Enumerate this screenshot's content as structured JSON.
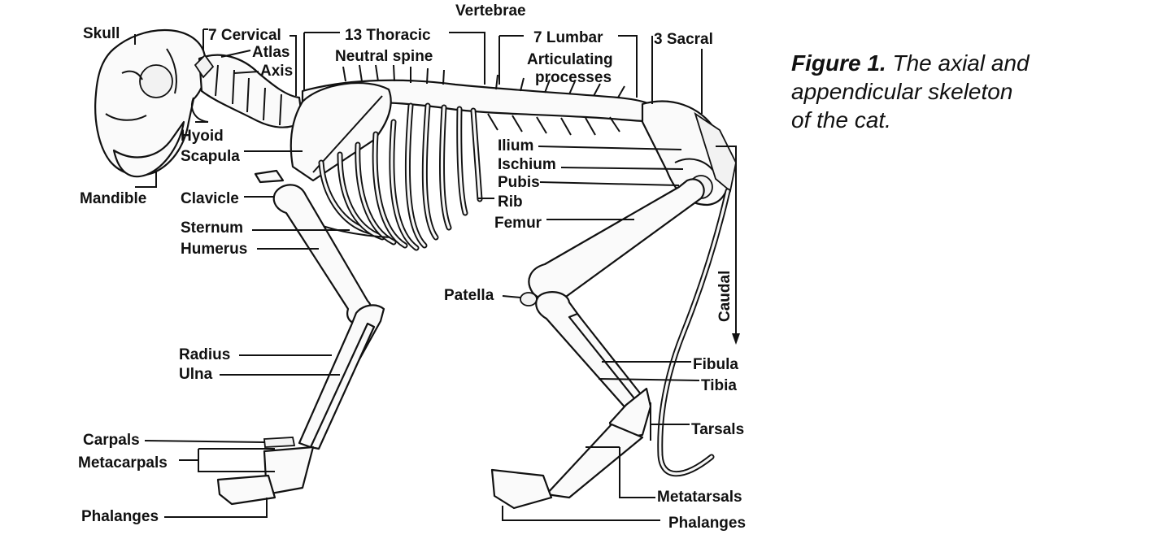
{
  "caption": {
    "figure_label": "Figure 1.",
    "text": " The axial and appendicular skeleton of the cat."
  },
  "labels": {
    "vertebrae": "Vertebrae",
    "skull": "Skull",
    "cervical": "7 Cervical",
    "atlas": "Atlas",
    "axis": "Axis",
    "thoracic": "13 Thoracic",
    "neutral_spine": "Neutral spine",
    "lumbar": "7 Lumbar",
    "articulating": "Articulating",
    "processes": "processes",
    "sacral": "3 Sacral",
    "hyoid": "Hyoid",
    "scapula": "Scapula",
    "mandible": "Mandible",
    "clavicle": "Clavicle",
    "sternum": "Sternum",
    "humerus": "Humerus",
    "ilium": "Ilium",
    "ischium": "Ischium",
    "pubis": "Pubis",
    "rib": "Rib",
    "femur": "Femur",
    "caudal": "Caudal",
    "patella": "Patella",
    "radius": "Radius",
    "ulna": "Ulna",
    "fibula": "Fibula",
    "tibia": "Tibia",
    "tarsals": "Tarsals",
    "carpals": "Carpals",
    "metacarpals": "Metacarpals",
    "metatarsals": "Metatarsals",
    "phalanges_front": "Phalanges",
    "phalanges_hind": "Phalanges"
  }
}
